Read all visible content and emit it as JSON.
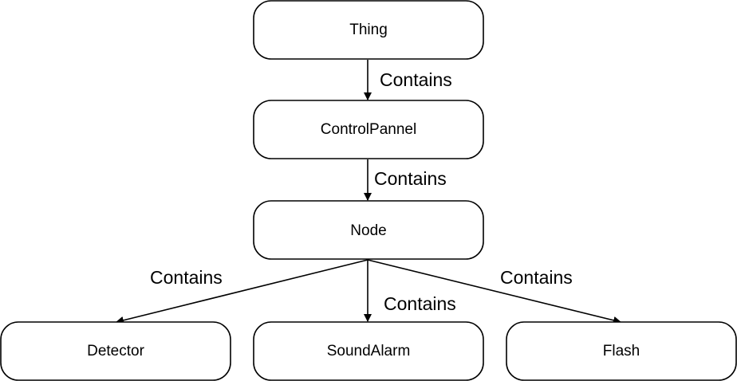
{
  "nodes": {
    "thing": "Thing",
    "control_pannel": "ControlPannel",
    "node": "Node",
    "detector": "Detector",
    "sound_alarm": "SoundAlarm",
    "flash": "Flash"
  },
  "edges": {
    "thing_to_control_pannel": "Contains",
    "control_pannel_to_node": "Contains",
    "node_to_detector": "Contains",
    "node_to_sound_alarm": "Contains",
    "node_to_flash": "Contains"
  }
}
